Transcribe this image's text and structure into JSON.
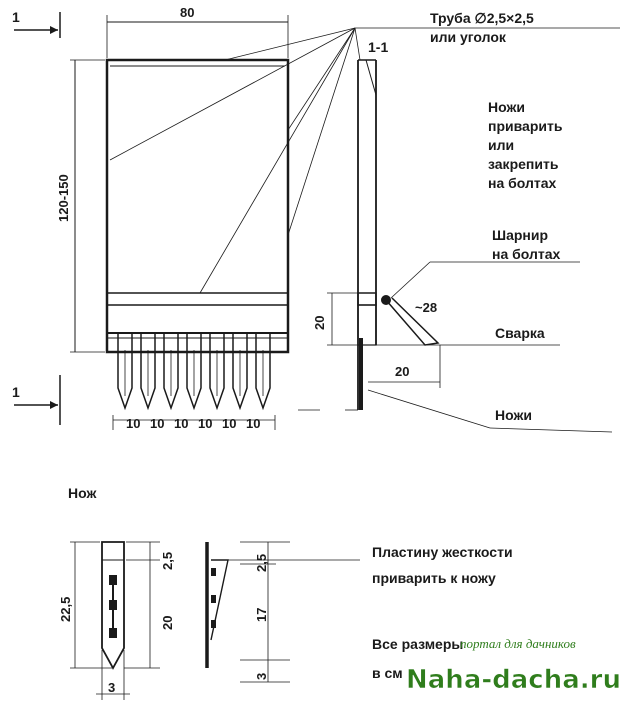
{
  "main_view": {
    "section_mark_top": "1",
    "section_mark_bottom": "1",
    "width_dim": "80",
    "height_dim": "120-150",
    "knife_spacing": [
      "10",
      "10",
      "10",
      "10",
      "10",
      "10"
    ]
  },
  "section_view": {
    "title": "1-1",
    "dim_height": "20",
    "dim_angle": "~28",
    "dim_width": "20"
  },
  "callouts": {
    "pipe_line1": "Труба ∅2,5×2,5",
    "pipe_line2": "или уголок",
    "knives_fix_line1": "Ножи",
    "knives_fix_line2": "приварить",
    "knives_fix_line3": "или",
    "knives_fix_line4": "закрепить",
    "knives_fix_line5": "на болтах",
    "hinge_line1": "Шарнир",
    "hinge_line2": "на болтах",
    "welding": "Сварка",
    "knives": "Ножи"
  },
  "knife_detail": {
    "title": "Нож",
    "dim_total": "22,5",
    "dim_top": "2,5",
    "dim_body": "20",
    "dim_width": "3",
    "side_dim_top": "2,5",
    "side_dim_mid": "17",
    "side_dim_bottom": "3",
    "plate_note_line1": "Пластину жесткости",
    "plate_note_line2": "приварить к ножу",
    "units_note_line1": "Все размеры",
    "units_note_line2": "в см"
  },
  "watermark": {
    "tagline": "портал для дачников",
    "site": "Naha-dacha.ru"
  }
}
